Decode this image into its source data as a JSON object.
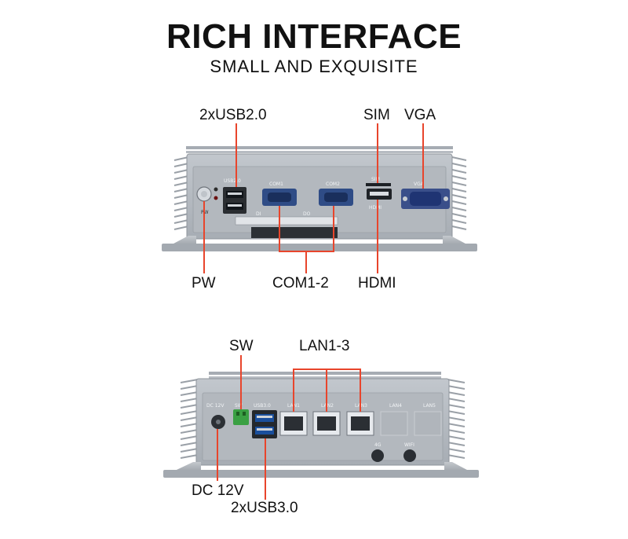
{
  "header": {
    "title": "RICH INTERFACE",
    "subtitle": "SMALL AND EXQUISITE"
  },
  "front_panel": {
    "callouts": {
      "usb2": "2xUSB2.0",
      "sim": "SIM",
      "vga": "VGA",
      "pw": "PW",
      "com": "COM1-2",
      "hdmi": "HDMI"
    },
    "printed": {
      "usb": "USB2.0",
      "com1": "COM1",
      "com2": "COM2",
      "sim": "SIM",
      "hdmi": "HDMI",
      "vga": "VGA",
      "pw": "PW",
      "di": "DI",
      "do": "DO"
    }
  },
  "rear_panel": {
    "callouts": {
      "sw": "SW",
      "lan": "LAN1-3",
      "dc": "DC 12V",
      "usb3": "2xUSB3.0"
    },
    "printed": {
      "dc": "DC 12V",
      "sw": "SW",
      "usb": "USB3.0",
      "lan1": "LAN1",
      "lan2": "LAN2",
      "lan3": "LAN3",
      "lan4": "LAN4",
      "lan5": "LAN5",
      "g4": "4G",
      "wifi": "WIFI"
    }
  },
  "colors": {
    "callout_line": "#e8452c",
    "chassis": "#b9bec4",
    "chassis_dark": "#8e949b"
  }
}
